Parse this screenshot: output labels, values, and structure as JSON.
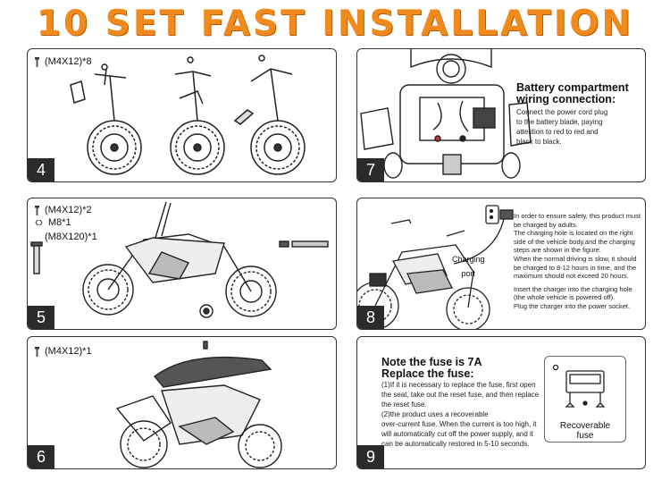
{
  "title": "10 SET FAST INSTALLATION",
  "colors": {
    "title": "#f08a1c",
    "number_badge": "#2b2b2b"
  },
  "panels": [
    {
      "number": "4",
      "specs": [
        "(M4X12)*8"
      ]
    },
    {
      "number": "5",
      "specs": [
        "(M4X12)*2",
        "M8*1",
        "(M8X120)*1"
      ]
    },
    {
      "number": "6",
      "specs": [
        "(M4X12)*1"
      ]
    },
    {
      "number": "7",
      "heading": [
        "Battery compartment",
        "wiring connection:"
      ],
      "body": [
        "Connect the power cord plug",
        "to the battery blade, paying",
        "attention to red to red and",
        "black to black."
      ]
    },
    {
      "number": "8",
      "label_lines": [
        "Charging",
        "port"
      ],
      "body": [
        "In order to ensure safety, this product must",
        "be charged by adults.",
        "The charging hole is located on the right",
        "side of the vehicle body,and the charging",
        "steps are shown in the figure.",
        "When the normal driving is slow, it should",
        "be charged to 8-12 hours in time, and the",
        "maximum should not exceed 20 hours.",
        "Insert the charger into the charging hole",
        "(the whole vehicle is powered off).",
        "Plug the charger into the power socket."
      ]
    },
    {
      "number": "9",
      "heading": [
        "Note the fuse is 7A",
        "Replace the fuse:"
      ],
      "body": [
        "(1)If it is necessary to replace the fuse, first open",
        "the seat, take out the reset fuse, and then replace",
        "the reset fuse.",
        "(2)the product uses a recoverable",
        "over-current fuse. When the current is too high, it",
        "will automatically cut off the power supply, and it",
        "can be automatically restored in 5-10 seconds."
      ],
      "figure_label": [
        "Recoverable",
        "fuse"
      ]
    }
  ]
}
